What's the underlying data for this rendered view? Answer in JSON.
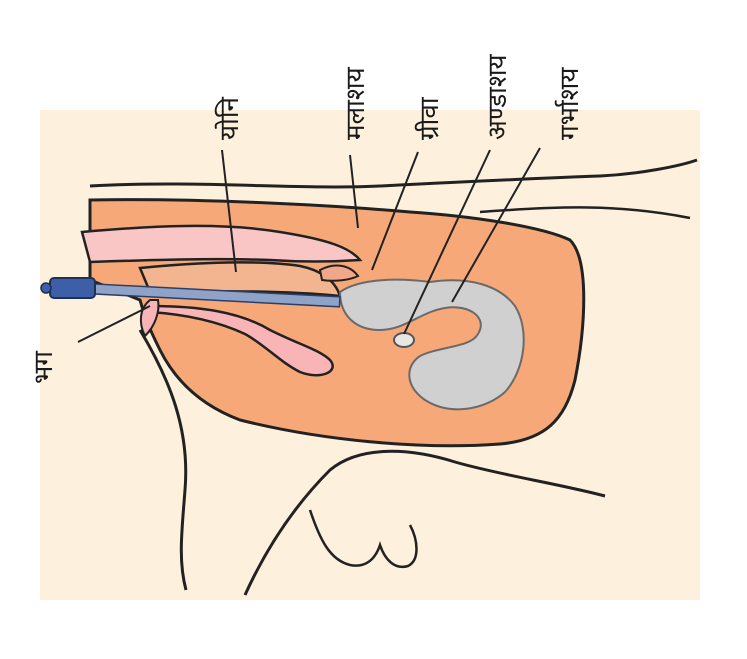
{
  "labels": {
    "yoni": "योनि",
    "malashay": "मलाशय",
    "griva": "ग्रीवा",
    "andashay": "अण्डाशय",
    "garbhashay": "गर्भाशय",
    "bhag": "भग"
  },
  "colors": {
    "body_skin": "#fdf1dd",
    "cavity": "#f7a878",
    "rectum": "#f9c5c5",
    "uterus": "#d0d0d0",
    "instrument": "#8fa3c8",
    "instrument_handle": "#3c5fa8",
    "outline": "#222222"
  }
}
